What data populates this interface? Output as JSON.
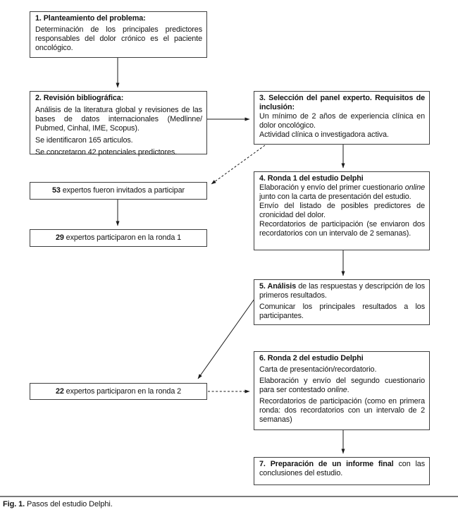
{
  "figure": {
    "caption_label": "Fig. 1.",
    "caption_text": " Pasos del estudio Delphi."
  },
  "colors": {
    "box_border": "#3f3f3f",
    "text": "#141414",
    "arrow_line": "#1a1a1a",
    "divider": "#7b7b7b",
    "background": "#ffffff"
  },
  "boxes": {
    "step1": {
      "paragraphs": [
        [
          {
            "text": "1. Planteamiento del problema:",
            "bold": true
          }
        ],
        [
          {
            "text": "Determinación de los principales predictores responsables del dolor crónico es el paciente oncológico."
          }
        ]
      ]
    },
    "step2": {
      "paragraphs": [
        [
          {
            "text": "2. Revisión bibliográfica:",
            "bold": true
          }
        ],
        [
          {
            "text": "Análisis de la literatura global y revisiones de las bases de datos internacionales (Medlinne/ Pubmed, Cinhal, IME, Scopus)."
          }
        ],
        [
          {
            "text": "Se identificaron 165 articulos."
          }
        ],
        [
          {
            "text": "Se concretaron 42 potenciales predictores."
          }
        ]
      ]
    },
    "step3": {
      "paragraphs": [
        [
          {
            "text": "3. Selección del panel experto. Requisitos de inclusión:",
            "bold": true
          }
        ],
        [
          {
            "text": "Un mínimo de 2 años de experiencia clínica en dolor oncológico."
          }
        ],
        [
          {
            "text": "Actividad clínica o investigadora activa."
          }
        ]
      ]
    },
    "step4": {
      "paragraphs": [
        [
          {
            "text": "4. Ronda 1 del estudio Delphi",
            "bold": true
          }
        ],
        [
          {
            "text": "Elaboración y envío del primer cuestionario "
          },
          {
            "text": "online",
            "italic": true
          },
          {
            "text": " junto con la carta de presentación del estudio."
          }
        ],
        [
          {
            "text": "Envío del listado de posibles predictores de cronicidad del dolor."
          }
        ],
        [
          {
            "text": "Recordatorios de participación (se enviaron dos recordatorios con un intervalo de 2 semanas)."
          }
        ]
      ]
    },
    "step5": {
      "paragraphs": [
        [
          {
            "text": "5. Análisis",
            "bold": true
          },
          {
            "text": " de las respuestas y descripción de los primeros resultados."
          }
        ],
        [
          {
            "text": "Comunicar los principales resultados a los participantes."
          }
        ]
      ]
    },
    "step6": {
      "paragraphs": [
        [
          {
            "text": "6. Ronda 2 del estudio Delphi",
            "bold": true
          }
        ],
        [
          {
            "text": "Carta de presentación/recordatorio."
          }
        ],
        [
          {
            "text": "Elaboración y envío del segundo cuestionario para ser contestado "
          },
          {
            "text": "online",
            "italic": true
          },
          {
            "text": "."
          }
        ],
        [
          {
            "text": "Recordatorios de participación (como en primera ronda: dos recordatorios con un intervalo de 2 semanas)"
          }
        ]
      ]
    },
    "step7": {
      "paragraphs": [
        [
          {
            "text": "7. Preparación de un informe final",
            "bold": true
          },
          {
            "text": " con las conclusiones del estudio."
          }
        ]
      ]
    },
    "experts53": {
      "paragraphs": [
        [
          {
            "text": "53",
            "bold": true
          },
          {
            "text": " expertos fueron invitados a participar"
          }
        ]
      ]
    },
    "experts29": {
      "paragraphs": [
        [
          {
            "text": "29",
            "bold": true
          },
          {
            "text": " expertos participaron en la ronda 1"
          }
        ]
      ]
    },
    "experts22": {
      "paragraphs": [
        [
          {
            "text": "22",
            "bold": true
          },
          {
            "text": " expertos participaron en la ronda 2"
          }
        ]
      ]
    }
  }
}
